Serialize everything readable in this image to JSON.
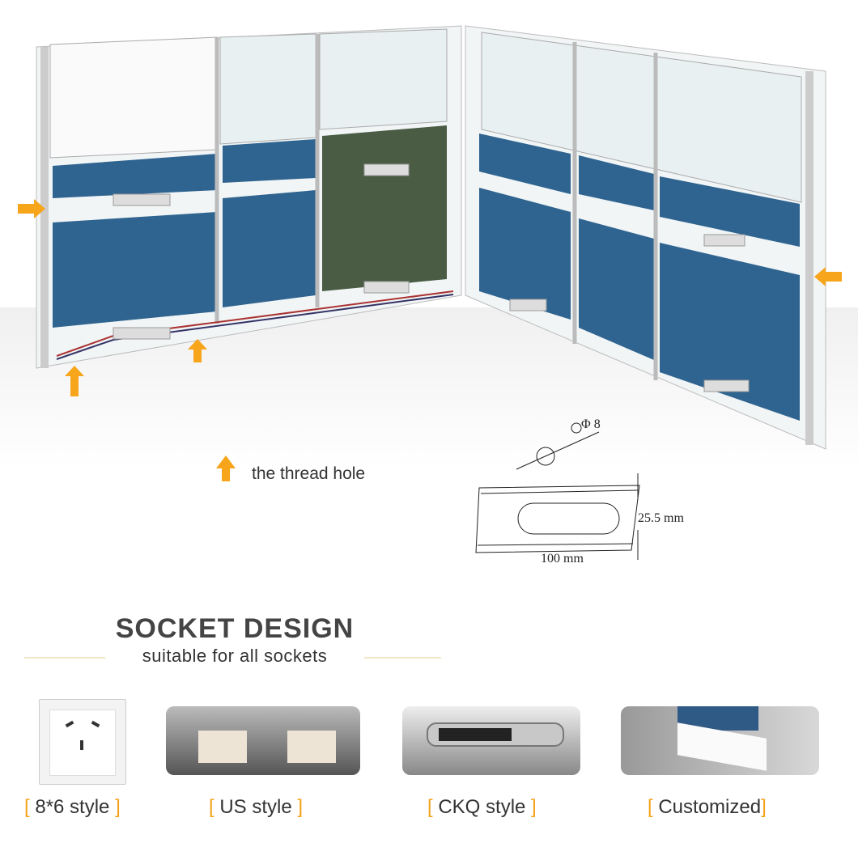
{
  "illustration": {
    "legend_label": "the thread hole",
    "arrow_color": "#f7a51b",
    "panel_color": "#2f6490",
    "dimensions": {
      "diameter": "Φ 8",
      "height": "25.5 mm",
      "width": "100 mm"
    }
  },
  "section": {
    "title": "SOCKET DESIGN",
    "subtitle": "suitable for all sockets",
    "rule_color": "#f1e6c8"
  },
  "sockets": [
    {
      "label": "8*6 style"
    },
    {
      "label": "US style"
    },
    {
      "label": "CKQ style"
    },
    {
      "label": "Customized"
    }
  ],
  "bracket_color": "#f4a31b"
}
